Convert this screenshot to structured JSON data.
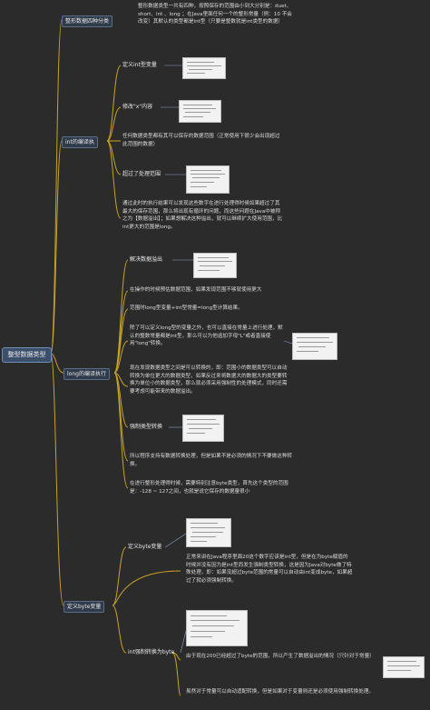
{
  "root": "整型数据类型",
  "integer_types": {
    "label": "整形数据四种分类",
    "text": "整形数据类型一共有四种，按照保存的范围由小到大分别是：duet、short、int 、long ；在Java里面任何一个的整形常量（例：10 不会改变）其默认的类型都是int型（只要是整数就是int类型的数据）"
  },
  "int_chapter": {
    "label": "int的编译执",
    "define_constant": "定义int型变量",
    "modify_content": "修改\"x\"内容",
    "modify_note": "任何数据类型都有其可以保存的数据范围（正常使用下很少会出现超过此范围的数据）",
    "out_of_range": "超过了处理范围",
    "out_of_range_note": "通过此时的执行结果可以发现这些数字在进行处理得时候如果超过了其最大的保存范围，那么将出现有循环的问题，而这些问题在Java中被称之为【数据溢出】；如果想解决这种溢出，就可以继续扩大使用范围，比int更大的范围是long。"
  },
  "long_chapter": {
    "label": "long的编译执行",
    "solve_overflow": "解决数据溢出",
    "solve_note1": "在操作的时候预估数据范围，如果发现范围不够就使用更大",
    "solve_note2": "范围时long型变量+int型常量=long型计算结果。",
    "suffix_note": "除了可以定义long型的变量之外，也可以直接在常量上进行处理，默认的整数常量都是int型，那么可以为他追加字母\"L\"或者直接使用\"long\"转换。",
    "conversion_note": "现在发现数据类型之间是可以转换的，即：范围小的数据类型可以自动转换为单位更大的数据类型，如果反过来将数据大的数据大的类型要转换为单位小的数据类型，那么就必须采用强制性的处理模式，同时还需要考虑可能带来的数据溢出。",
    "force_convert": "强制类型转换",
    "force_note": "所以程序支持有数据转换处理，但是如果不是必须的情况下不要做这种转换。",
    "byte_range_note": "在进行整形处理得时候，需要特别注意byte类型，首先这个类型的范围是：-128 ~ 127之间，也就是说它保存的数据量很小"
  },
  "byte_chapter": {
    "label": "定义byte变量",
    "define_byte": "定义byte变量",
    "define_note": "正常来讲在Java程序里面20这个数字应该是int型，但是在为byte赋值的时候并没有因为是int型而发生强制类型转换，这是因为Java对byte做了特殊处理，即：如果没超过byte范围的常量可以自动由int变成byte，如果超过了就必须强制转换。",
    "int_to_byte": "int强制转换为byte",
    "int_to_byte_note1": "由于现在200已经超过了byte的范围，所以产生了数据溢出的情况（只针对于常量）",
    "int_to_byte_note2": "虽然对于常量可以自动适配转换，但是如果对于变量则还是必须使用强制转换处理。"
  },
  "colors": {
    "background": "#2b2b2b",
    "branch": "#c9a227",
    "root": "#3b4f6b"
  }
}
